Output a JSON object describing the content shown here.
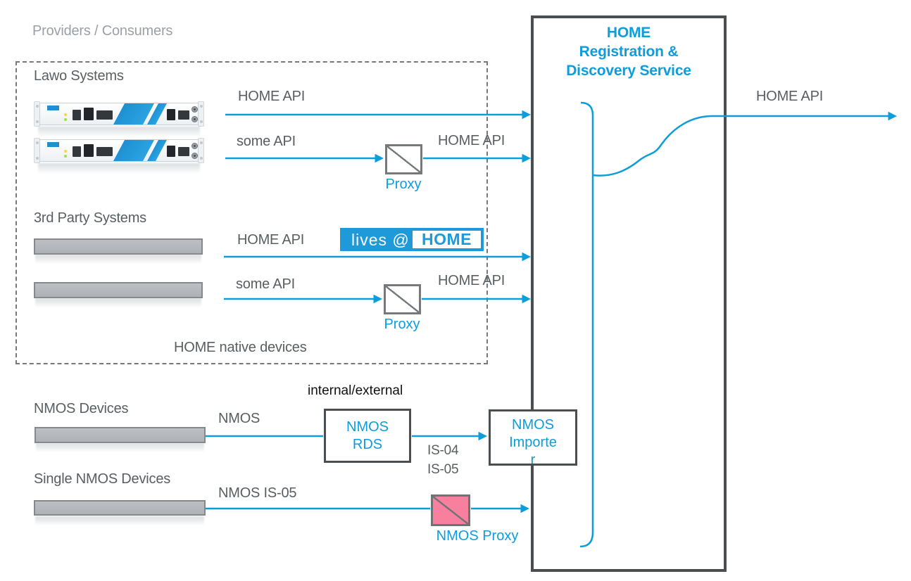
{
  "palette": {
    "blue": "#0d9ddb",
    "logo_blue": "#1e9ad8",
    "pink": "#f8809e",
    "gray_text": "#585e62",
    "light_gray_text": "#9aa0a5",
    "box_border_dark": "#4b4e50",
    "proxy_border_gray": "#75797c",
    "bar_fill": "#b5b9bc"
  },
  "providers_label": "Providers / Consumers",
  "native_group": {
    "lawo_label": "Lawo Systems",
    "third_party_label": "3rd Party Systems",
    "footer_label": "HOME native devices"
  },
  "rows": {
    "lawo_direct": {
      "api_label": "HOME API"
    },
    "lawo_proxied": {
      "api_label": "some API",
      "proxy_label": "Proxy",
      "out_api_label": "HOME API"
    },
    "third_direct": {
      "api_label": "HOME API"
    },
    "third_proxied": {
      "api_label": "some API",
      "proxy_label": "Proxy",
      "out_api_label": "HOME API"
    }
  },
  "logo": {
    "left_text": "lives @",
    "right_text": "HOME"
  },
  "service_box": {
    "title_lines": [
      "HOME",
      "Registration &",
      "Discovery Service"
    ]
  },
  "output_api_label": "HOME API",
  "nmos_section": {
    "devices_label": "NMOS Devices",
    "nmos_label": "NMOS",
    "internal_external_label": "internal/external",
    "rds_box_lines": [
      "NMOS",
      "RDS"
    ],
    "importer_box_lines": [
      "NMOS",
      "Importe",
      "r"
    ],
    "is04_label": "IS-04",
    "is05_label": "IS-05",
    "single_devices_label": "Single NMOS Devices",
    "nmos_is05_label": "NMOS IS-05",
    "nmos_proxy_label": "NMOS Proxy"
  }
}
